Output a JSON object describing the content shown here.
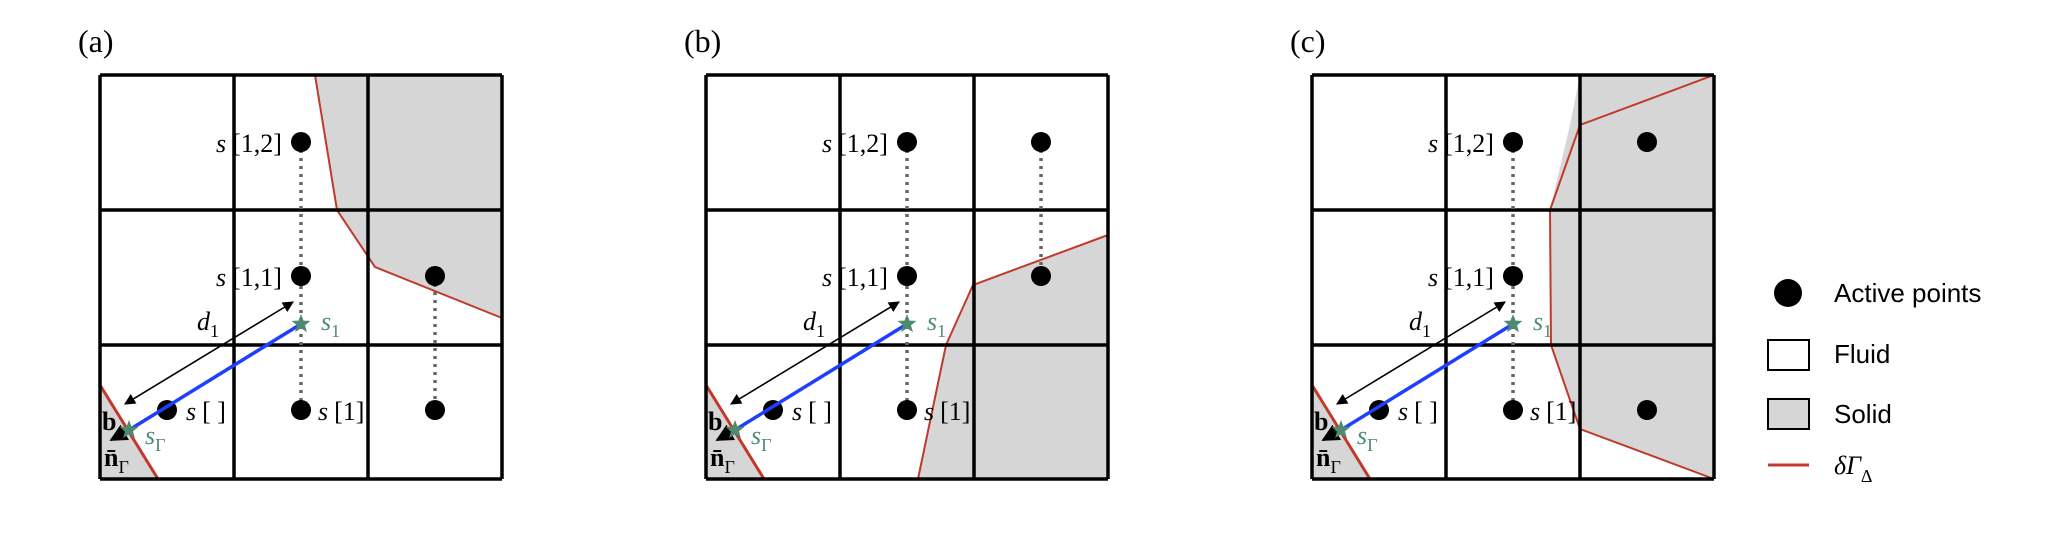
{
  "colors": {
    "solid": "#d6d6d6",
    "boundary": "#c0392b",
    "normal_vector": "#1f3fff",
    "ghost_star": "#4e8a72",
    "grid": "#000000",
    "stencil_line": "#666666"
  },
  "panels": [
    {
      "label": "(a)",
      "points": {
        "s12": "s",
        "s12_idx": "[1,2]",
        "s11": "s",
        "s11_idx": "[1,1]",
        "s": "s",
        "s_idx": "[ ]",
        "s1b": "s",
        "s1b_idx": "[1]"
      },
      "distance": "d",
      "distance_sub": "1",
      "s1": "s",
      "s1_sub": "1",
      "sg": "s",
      "sg_sub": "Γ",
      "b": "b",
      "n": "n̄",
      "n_sub": "Γ"
    },
    {
      "label": "(b)",
      "points": {
        "s12": "s",
        "s12_idx": "[1,2]",
        "s11": "s",
        "s11_idx": "[1,1]",
        "s": "s",
        "s_idx": "[ ]",
        "s1b": "s",
        "s1b_idx": "[1]"
      },
      "distance": "d",
      "distance_sub": "1",
      "s1": "s",
      "s1_sub": "1",
      "sg": "s",
      "sg_sub": "Γ",
      "b": "b",
      "n": "n̄",
      "n_sub": "Γ"
    },
    {
      "label": "(c)",
      "points": {
        "s12": "s",
        "s12_idx": "[1,2]",
        "s11": "s",
        "s11_idx": "[1,1]",
        "s": "s",
        "s_idx": "[ ]",
        "s1b": "s",
        "s1b_idx": "[1]"
      },
      "distance": "d",
      "distance_sub": "1",
      "s1": "s",
      "s1_sub": "1",
      "sg": "s",
      "sg_sub": "Γ",
      "b": "b",
      "n": "n̄",
      "n_sub": "Γ"
    }
  ],
  "legend": {
    "active": "Active points",
    "fluid": "Fluid",
    "solid": "Solid",
    "boundary": "δΓ",
    "boundary_sub": "Δ"
  }
}
